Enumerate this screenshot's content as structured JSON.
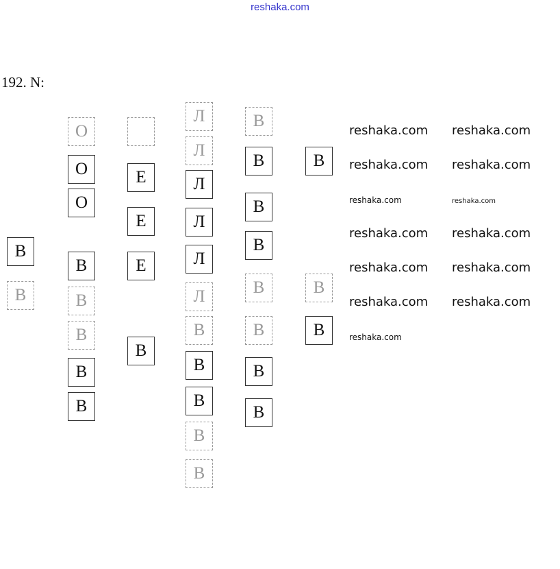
{
  "site_link": "reshaka.com",
  "heading": "192. N:",
  "columns": [
    {
      "cells": [
        {
          "letter": "В",
          "faint": false
        },
        {
          "letter": "В",
          "faint": true
        }
      ]
    },
    {
      "cells": [
        {
          "letter": "О",
          "faint": true
        },
        {
          "letter": "О",
          "faint": false
        },
        {
          "letter": "О",
          "faint": false
        },
        {
          "letter": "В",
          "faint": false
        },
        {
          "letter": "В",
          "faint": true
        },
        {
          "letter": "В",
          "faint": true
        },
        {
          "letter": "В",
          "faint": false
        },
        {
          "letter": "В",
          "faint": false
        }
      ]
    },
    {
      "cells": [
        {
          "letter": "",
          "faint": true
        },
        {
          "letter": "Е",
          "faint": false
        },
        {
          "letter": "Е",
          "faint": false
        },
        {
          "letter": "Е",
          "faint": false
        },
        {
          "letter": "В",
          "faint": false
        }
      ]
    },
    {
      "cells": [
        {
          "letter": "Л",
          "faint": true
        },
        {
          "letter": "Л",
          "faint": true
        },
        {
          "letter": "Л",
          "faint": false
        },
        {
          "letter": "Л",
          "faint": false
        },
        {
          "letter": "Л",
          "faint": false
        },
        {
          "letter": "Л",
          "faint": true
        },
        {
          "letter": "В",
          "faint": true
        },
        {
          "letter": "В",
          "faint": false
        },
        {
          "letter": "В",
          "faint": false
        },
        {
          "letter": "В",
          "faint": true
        },
        {
          "letter": "В",
          "faint": true
        }
      ]
    },
    {
      "cells": [
        {
          "letter": "В",
          "faint": true
        },
        {
          "letter": "В",
          "faint": false
        },
        {
          "letter": "В",
          "faint": false
        },
        {
          "letter": "В",
          "faint": false
        },
        {
          "letter": "В",
          "faint": true
        },
        {
          "letter": "В",
          "faint": true
        },
        {
          "letter": "В",
          "faint": false
        },
        {
          "letter": "В",
          "faint": false
        }
      ]
    },
    {
      "cells": [
        {
          "letter": "В",
          "faint": false
        },
        {
          "letter": "В",
          "faint": true
        },
        {
          "letter": "В",
          "faint": false
        }
      ]
    }
  ],
  "watermarks": [
    "reshaka.com",
    "reshaka.com",
    "reshaka.com",
    "reshaka.com",
    "reshaka.com",
    "reshaka.com",
    "reshaka.com",
    "reshaka.com",
    "reshaka.com",
    "reshaka.com",
    "reshaka.com",
    "reshaka.com",
    "reshaka.com"
  ]
}
